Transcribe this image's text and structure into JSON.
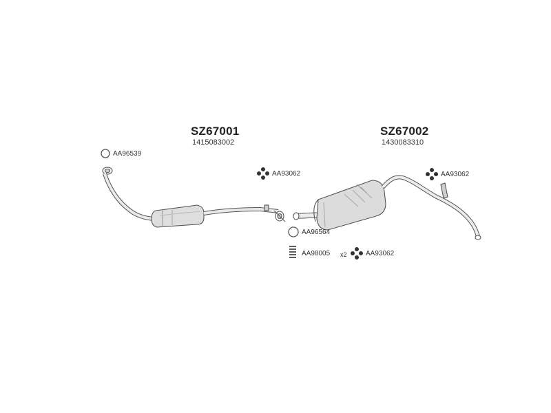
{
  "assemblies": [
    {
      "code": "SZ67001",
      "number": "1415083002"
    },
    {
      "code": "SZ67002",
      "number": "1430083310"
    }
  ],
  "references": {
    "front_ring": "AA96539",
    "front_mount": "AA93062",
    "mid_ring": "AA96564",
    "spring_part": "AA98005",
    "spring_qty": "x2",
    "mid_mount": "AA93062",
    "rear_mount": "AA93062"
  },
  "colors": {
    "line": "#555555",
    "fill": "#e3e3e3",
    "fill_dark": "#bdbdbd",
    "text": "#222222"
  }
}
